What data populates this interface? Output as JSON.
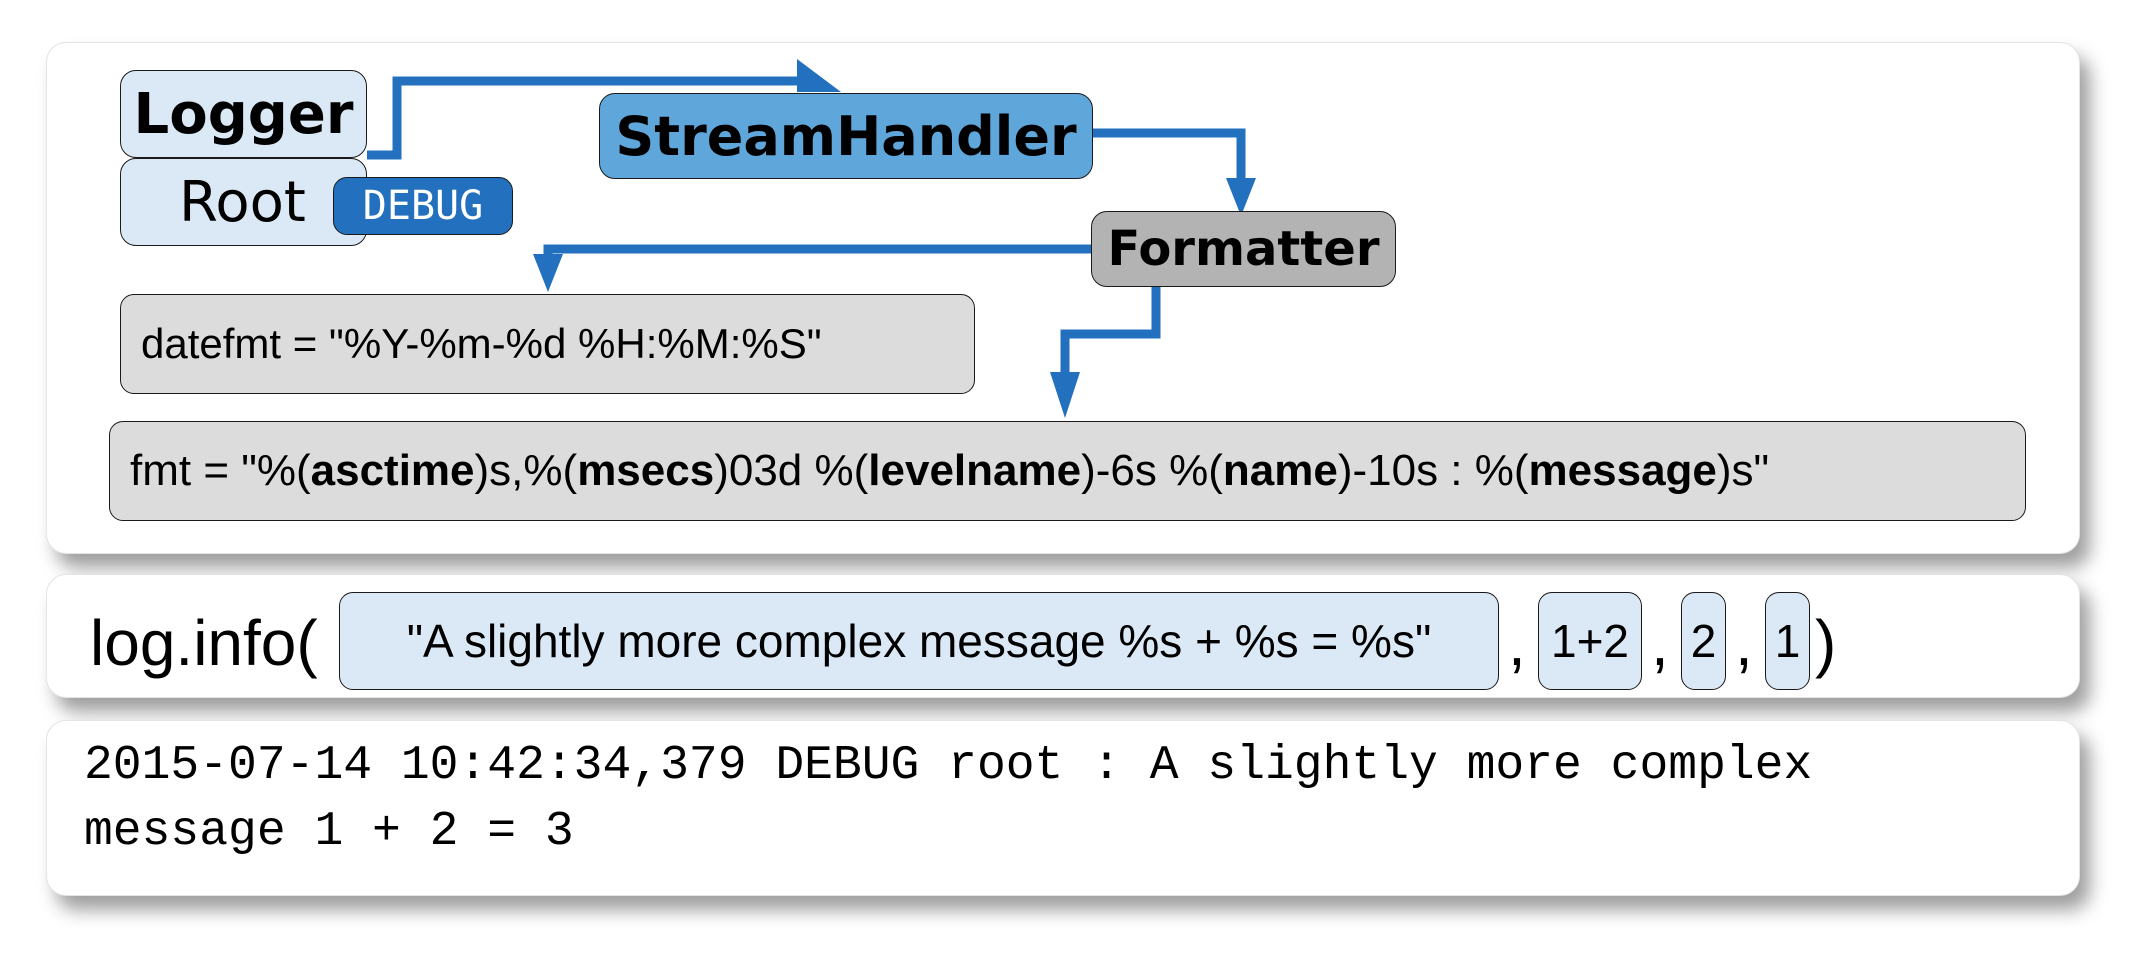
{
  "diagram": {
    "logger": {
      "title": "Logger",
      "name": "Root",
      "level": "DEBUG"
    },
    "handler": {
      "label": "StreamHandler"
    },
    "formatter": {
      "label": "Formatter"
    },
    "datefmt": {
      "text": "datefmt = \"%Y-%m-%d %H:%M:%S\""
    },
    "fmt": {
      "parts": [
        {
          "text": "fmt = \"%(",
          "bold": false
        },
        {
          "text": "asctime",
          "bold": true
        },
        {
          "text": ")s,%(",
          "bold": false
        },
        {
          "text": "msecs",
          "bold": true
        },
        {
          "text": ")03d %(",
          "bold": false
        },
        {
          "text": "levelname",
          "bold": true
        },
        {
          "text": ")-6s %(",
          "bold": false
        },
        {
          "text": "name",
          "bold": true
        },
        {
          "text": ")-10s : %(",
          "bold": false
        },
        {
          "text": "message",
          "bold": true
        },
        {
          "text": ")s\"",
          "bold": false
        }
      ]
    },
    "colors": {
      "logger_fill": "#dbe9f6",
      "handler_fill": "#5fa6da",
      "level_badge": "#2371be",
      "formatter_fill": "#b3b3b3",
      "arrow": "#2371be"
    }
  },
  "call": {
    "prefix": "log.info(",
    "message": "\"A slightly more complex message %s + %s = %s\"",
    "args": [
      "1+2",
      "2",
      "1"
    ],
    "separator": ",",
    "close": ")"
  },
  "output": {
    "line1": "2015-07-14 10:42:34,379 DEBUG root : A slightly more complex",
    "line2": "message 1 + 2 = 3"
  }
}
